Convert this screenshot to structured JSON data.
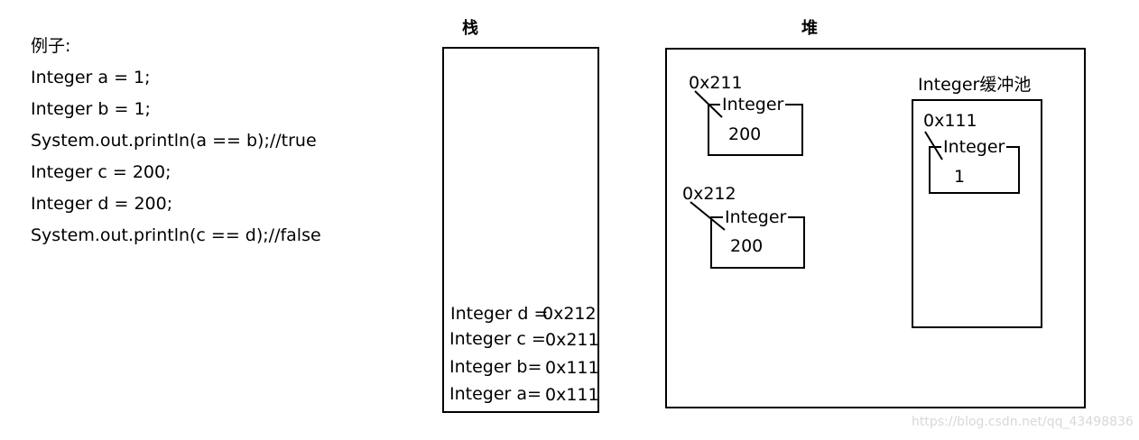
{
  "example": {
    "heading": "例子:",
    "lines": [
      "Integer a = 1;",
      "Integer b = 1;",
      "System.out.println(a == b);//true",
      "Integer c = 200;",
      "Integer d = 200;",
      "System.out.println(c == d);//false"
    ]
  },
  "stack": {
    "title": "栈",
    "entries": [
      {
        "name": "Integer d =",
        "addr": "0x212"
      },
      {
        "name": "Integer c =",
        "addr": "0x211"
      },
      {
        "name": "Integer b=",
        "addr": "0x111"
      },
      {
        "name": "Integer a=",
        "addr": "0x111"
      }
    ]
  },
  "heap": {
    "title": "堆",
    "objects": [
      {
        "addr": "0x211",
        "type": "Integer",
        "value": "200"
      },
      {
        "addr": "0x212",
        "type": "Integer",
        "value": "200"
      }
    ],
    "pool": {
      "title": "Integer缓冲池",
      "object": {
        "addr": "0x111",
        "type": "Integer",
        "value": "1"
      }
    }
  },
  "watermark": "https://blog.csdn.net/qq_43498836"
}
